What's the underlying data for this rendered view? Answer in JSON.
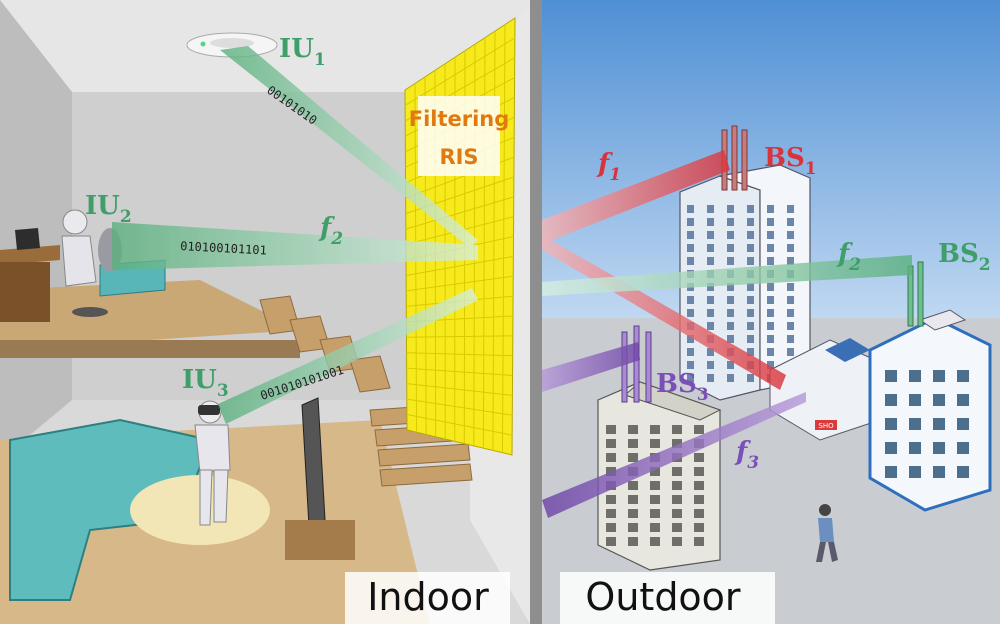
{
  "indoor": {
    "ris_label_line1": "Filtering",
    "ris_label_line2": "RIS",
    "iu1": {
      "name": "IU",
      "sub": "1"
    },
    "iu2": {
      "name": "IU",
      "sub": "2"
    },
    "iu3": {
      "name": "IU",
      "sub": "3"
    },
    "freq_f2": {
      "name": "f",
      "sub": "2"
    },
    "bits1": "00101010",
    "bits2": "010100101101",
    "bits3": "001010101001",
    "caption": "Indoor"
  },
  "outdoor": {
    "bs1": {
      "name": "BS",
      "sub": "1"
    },
    "bs2": {
      "name": "BS",
      "sub": "2"
    },
    "bs3": {
      "name": "BS",
      "sub": "3"
    },
    "freq_f1": {
      "name": "f",
      "sub": "1"
    },
    "freq_f2": {
      "name": "f",
      "sub": "2"
    },
    "freq_f3": {
      "name": "f",
      "sub": "3"
    },
    "shop_sign": "SHO",
    "caption": "Outdoor"
  },
  "colors": {
    "f1_red": "#d9343b",
    "f2_green": "#3f9e6a",
    "f3_purple": "#8a5cbf",
    "ris_yellow": "#f7ea1c",
    "ris_text": "#e07a10"
  }
}
